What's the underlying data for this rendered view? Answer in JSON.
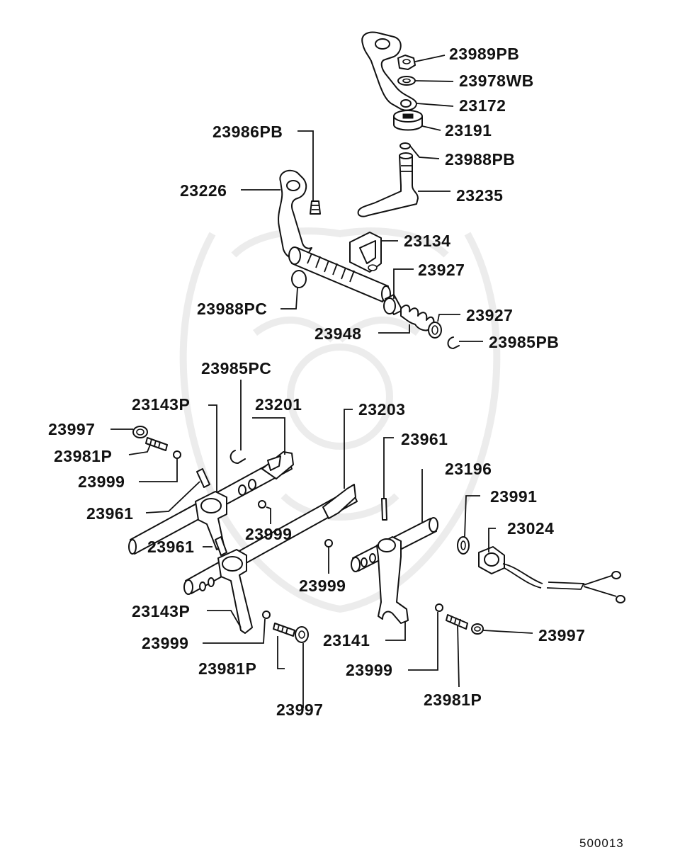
{
  "diagram": {
    "figure_number": "500013",
    "labels": [
      {
        "id": "23989PB",
        "text": "23989PB"
      },
      {
        "id": "23978WB",
        "text": "23978WB"
      },
      {
        "id": "23172",
        "text": "23172"
      },
      {
        "id": "23191",
        "text": "23191"
      },
      {
        "id": "23988PB",
        "text": "23988PB"
      },
      {
        "id": "23986PB",
        "text": "23986PB"
      },
      {
        "id": "23226",
        "text": "23226"
      },
      {
        "id": "23235",
        "text": "23235"
      },
      {
        "id": "23134",
        "text": "23134"
      },
      {
        "id": "23927a",
        "text": "23927"
      },
      {
        "id": "23988PC",
        "text": "23988PC"
      },
      {
        "id": "23927b",
        "text": "23927"
      },
      {
        "id": "23948",
        "text": "23948"
      },
      {
        "id": "23985PB",
        "text": "23985PB"
      },
      {
        "id": "23985PC",
        "text": "23985PC"
      },
      {
        "id": "23143Pa",
        "text": "23143P"
      },
      {
        "id": "23201",
        "text": "23201"
      },
      {
        "id": "23203",
        "text": "23203"
      },
      {
        "id": "23997a",
        "text": "23997"
      },
      {
        "id": "23961a",
        "text": "23961"
      },
      {
        "id": "23981Pa",
        "text": "23981P"
      },
      {
        "id": "23196",
        "text": "23196"
      },
      {
        "id": "23999a",
        "text": "23999"
      },
      {
        "id": "23991",
        "text": "23991"
      },
      {
        "id": "23961b",
        "text": "23961"
      },
      {
        "id": "23024",
        "text": "23024"
      },
      {
        "id": "23999b",
        "text": "23999"
      },
      {
        "id": "23961c",
        "text": "23961"
      },
      {
        "id": "23999c",
        "text": "23999"
      },
      {
        "id": "23143Pb",
        "text": "23143P"
      },
      {
        "id": "23997b",
        "text": "23997"
      },
      {
        "id": "23999d",
        "text": "23999"
      },
      {
        "id": "23141",
        "text": "23141"
      },
      {
        "id": "23981Pb",
        "text": "23981P"
      },
      {
        "id": "23999e",
        "text": "23999"
      },
      {
        "id": "23997c",
        "text": "23997"
      },
      {
        "id": "23981Pc",
        "text": "23981P"
      }
    ]
  }
}
